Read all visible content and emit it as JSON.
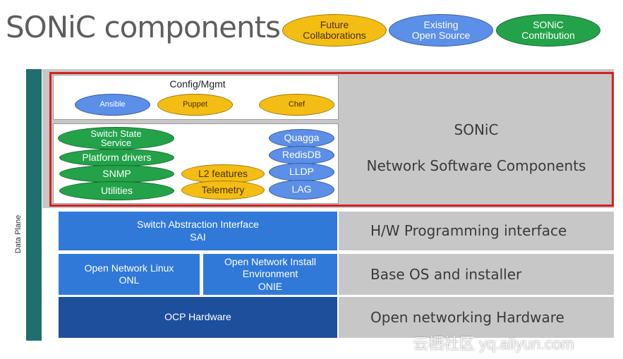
{
  "title": "SONiC components",
  "legend": [
    {
      "label_line1": "Future",
      "label_line2": "Collaborations",
      "color": "#f3bd13"
    },
    {
      "label_line1": "Existing",
      "label_line2": "Open Source",
      "color": "#5b8fe8"
    },
    {
      "label_line1": "SONiC",
      "label_line2": "Contribution",
      "color": "#23a24a"
    }
  ],
  "side_label": "Data Plane",
  "config_mgmt": {
    "title": "Config/Mgmt",
    "items": [
      "Ansible",
      "Puppet",
      "Chef"
    ]
  },
  "software": {
    "green_items": [
      {
        "line1": "Switch State",
        "line2": "Service"
      },
      {
        "line1": "Platform drivers",
        "line2": ""
      },
      {
        "line1": "SNMP",
        "line2": ""
      },
      {
        "line1": "Utilities",
        "line2": ""
      }
    ],
    "yellow_items": [
      "L2 features",
      "Telemetry"
    ],
    "blue_items": [
      "Quagga",
      "RedisDB",
      "LLDP",
      "LAG"
    ]
  },
  "sonic_panel": {
    "line1": "SONiC",
    "line2": "Network Software Components"
  },
  "layers": {
    "sai": {
      "line1": "Switch Abstraction Interface",
      "line2": "SAI",
      "right": "H/W Programming interface"
    },
    "onl": {
      "line1": "Open Network Linux",
      "line2": "ONL"
    },
    "onie": {
      "line1": "Open Network Install",
      "line2": "Environment",
      "line3": "ONIE"
    },
    "base_right": "Base OS and installer",
    "ocp": {
      "label": "OCP Hardware",
      "right": "Open networking Hardware"
    }
  },
  "watermark": "云栖社区 yq.aliyun.com",
  "colors": {
    "red_frame": "#d42020",
    "teal_bar": "#1f6f6f",
    "layer_blue": "#3179d9",
    "layer_dark": "#1d4f9c"
  }
}
